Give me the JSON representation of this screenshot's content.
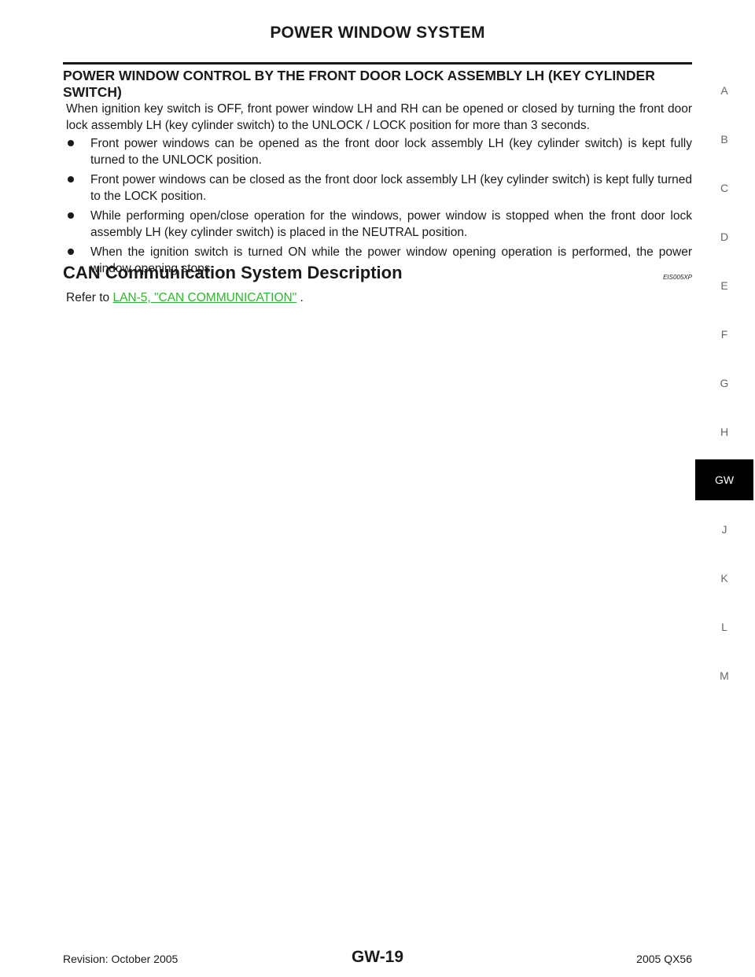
{
  "header": {
    "title": "POWER WINDOW SYSTEM"
  },
  "section": {
    "title": "POWER WINDOW CONTROL BY THE FRONT DOOR LOCK ASSEMBLY LH (KEY CYLINDER SWITCH)",
    "intro": "When ignition key switch is OFF, front power window LH and RH can be opened or closed by turning the front door lock assembly LH (key cylinder switch) to the UNLOCK / LOCK position for more than 3 seconds.",
    "bullets": [
      "Front power windows can be opened as the front door lock assembly LH (key cylinder switch) is kept fully turned to the UNLOCK position.",
      "Front power windows can be closed as the front door lock assembly LH (key cylinder switch) is kept fully turned to the LOCK position.",
      "While performing open/close operation for the windows, power window is stopped when the front door lock assembly LH (key cylinder switch) is placed in the NEUTRAL position.",
      "When the ignition switch is turned ON while the power window opening operation is performed, the power window opening stops."
    ]
  },
  "can_section": {
    "title": "CAN Communication System Description",
    "code": "EIS005XP",
    "refer_prefix": "Refer to",
    "link_text": "LAN-5, \"CAN COMMUNICATION\"",
    "refer_suffix": "."
  },
  "side_index": {
    "letters": [
      "A",
      "B",
      "C",
      "D",
      "E",
      "F",
      "G",
      "H",
      "J",
      "K",
      "L",
      "M"
    ],
    "active": "GW"
  },
  "footer": {
    "revision": "Revision: October 2005",
    "page": "GW-19",
    "model": "2005 QX56"
  },
  "colors": {
    "link": "#2fb82f",
    "active_tab_bg": "#000000"
  }
}
